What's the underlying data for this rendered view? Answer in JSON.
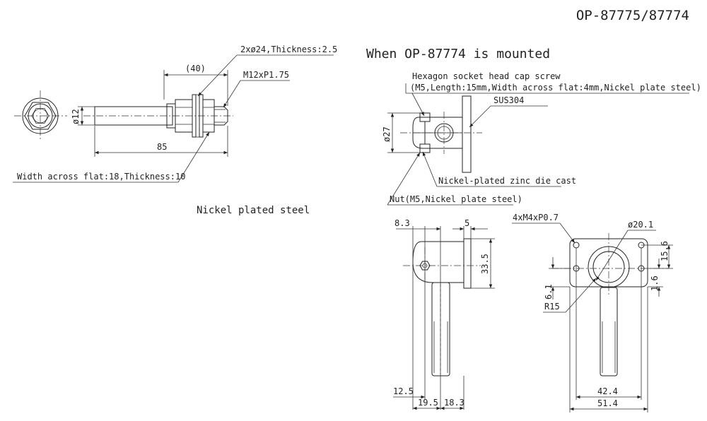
{
  "drawing": {
    "part_number": "OP-87775/87774",
    "mounted_title": "When OP-87774 is mounted",
    "material_note": "Nickel plated steel"
  },
  "bolt_view": {
    "washer_callout": "2xø24,Thickness:2.5",
    "dim_40": "(40)",
    "thread": "M12xP1.75",
    "dia_12": "ø12",
    "dim_85": "85",
    "nut_callout": "Width across flat:18,Thickness:10"
  },
  "mounted_view": {
    "screw_title": "Hexagon socket head cap screw",
    "screw_spec": "(M5,Length:15mm,Width across flat:4mm,Nickel plate steel)",
    "bracket_material": "SUS304",
    "dia_27": "ø27",
    "body_material": "Nickel-plated zinc die cast",
    "nut_spec": "Nut(M5,Nickel plate steel)"
  },
  "side_view": {
    "dim_8_3": "8.3",
    "dim_5": "5",
    "dim_33_5": "33.5",
    "dim_12_5": "12.5",
    "dim_19_5": "19.5",
    "dim_18_3": "18.3"
  },
  "front_view": {
    "tapped_holes": "4xM4xP0.7",
    "dia_20_1": "ø20.1",
    "dim_15_6": "15.6",
    "dim_1_6": "1.6",
    "dim_6_1": "6.1",
    "radius_15": "R15",
    "dim_42_4": "42.4",
    "dim_51_4": "51.4"
  }
}
